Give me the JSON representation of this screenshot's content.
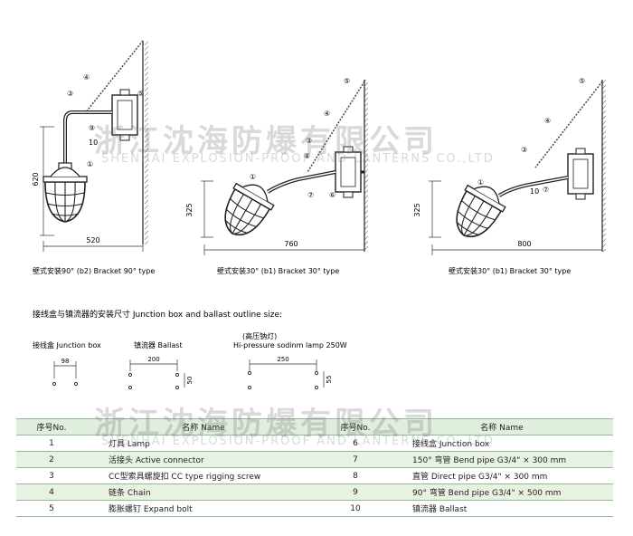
{
  "brackets": [
    {
      "caption": "壁式安装90°  (b2) Bracket 90° type",
      "width_dim": "520",
      "height_dim": "620",
      "callouts": [
        "④",
        "③",
        "⑨",
        "10",
        "⑤",
        "①"
      ]
    },
    {
      "caption": "壁式安装30°  (b1) Bracket 30° type",
      "width_dim": "760",
      "height_dim": "325",
      "callouts": [
        "⑤",
        "④",
        "③",
        "⑧",
        "①",
        "⑦",
        "⑥"
      ]
    },
    {
      "caption": "壁式安装30°  (b1) Bracket 30° type",
      "width_dim": "800",
      "height_dim": "325",
      "callouts": [
        "⑤",
        "④",
        "③",
        "①",
        "⑦",
        "10"
      ]
    }
  ],
  "outline": {
    "heading": "接线盒与镇流器的安装尺寸 Junction box and ballast outline size:",
    "junction_box": {
      "label": "接线盒 Junction box",
      "dim": "98"
    },
    "ballast": {
      "label": "镇流器 Ballast",
      "dim_w": "200",
      "dim_h": "50"
    },
    "hps": {
      "label_cn": "(高压钠灯)",
      "label_en": "Hi-pressure sodinm lamp 250W",
      "dim_w": "250",
      "dim_h": "55"
    }
  },
  "watermark": {
    "cn": "浙江沈海防爆有限公司",
    "en": "SHENHAI EXPLOSION-PROOF AND LANTERNS CO.,LTD"
  },
  "parts_table": {
    "headers": [
      "序号No.",
      "名称 Name",
      "序号No.",
      "名称 Name"
    ],
    "rows": [
      {
        "no1": "1",
        "name1": "灯具 Lamp",
        "no2": "6",
        "name2": "接线盒 Junction box"
      },
      {
        "no1": "2",
        "name1": "活接头 Active connector",
        "no2": "7",
        "name2": "150° 弯管 Bend pipe G3/4\"  × 300 mm"
      },
      {
        "no1": "3",
        "name1": "CC型索具螺旋扣 CC type rigging screw",
        "no2": "8",
        "name2": "直管 Direct pipe       G3/4\"  × 300 mm"
      },
      {
        "no1": "4",
        "name1": "链条 Chain",
        "no2": "9",
        "name2": "90° 弯管 Bend pipe  G3/4\"  × 500 mm"
      },
      {
        "no1": "5",
        "name1": "膨胀螺钉 Expand bolt",
        "no2": "10",
        "name2": "镇流器 Ballast"
      }
    ]
  }
}
